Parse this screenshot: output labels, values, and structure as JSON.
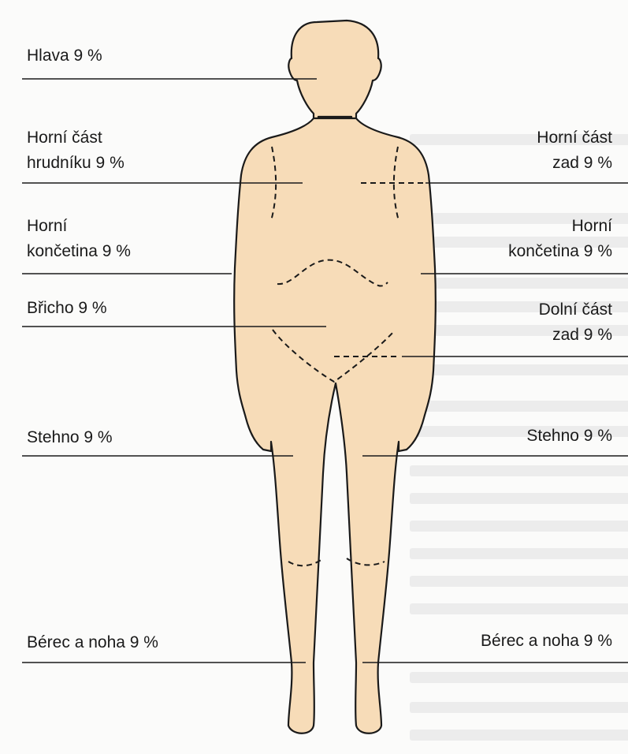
{
  "labels": {
    "head": "Hlava 9 %",
    "upper_chest_1": "Horní část",
    "upper_chest_2": "hrudníku 9 %",
    "upper_back_1": "Horní část",
    "upper_back_2": "zad 9 %",
    "left_arm_1": "Horní",
    "left_arm_2": "končetina 9 %",
    "right_arm_1": "Horní",
    "right_arm_2": "končetina 9 %",
    "belly": "Břicho 9 %",
    "lower_back_1": "Dolní část",
    "lower_back_2": "zad 9 %",
    "left_thigh": "Stehno 9 %",
    "right_thigh": "Stehno 9 %",
    "left_leg": "Bérec a noha 9 %",
    "right_leg": "Bérec a noha 9 %"
  },
  "colors": {
    "skin": "#f7dcb8",
    "outline": "#1a1a1a",
    "text": "#1a1a1a"
  }
}
